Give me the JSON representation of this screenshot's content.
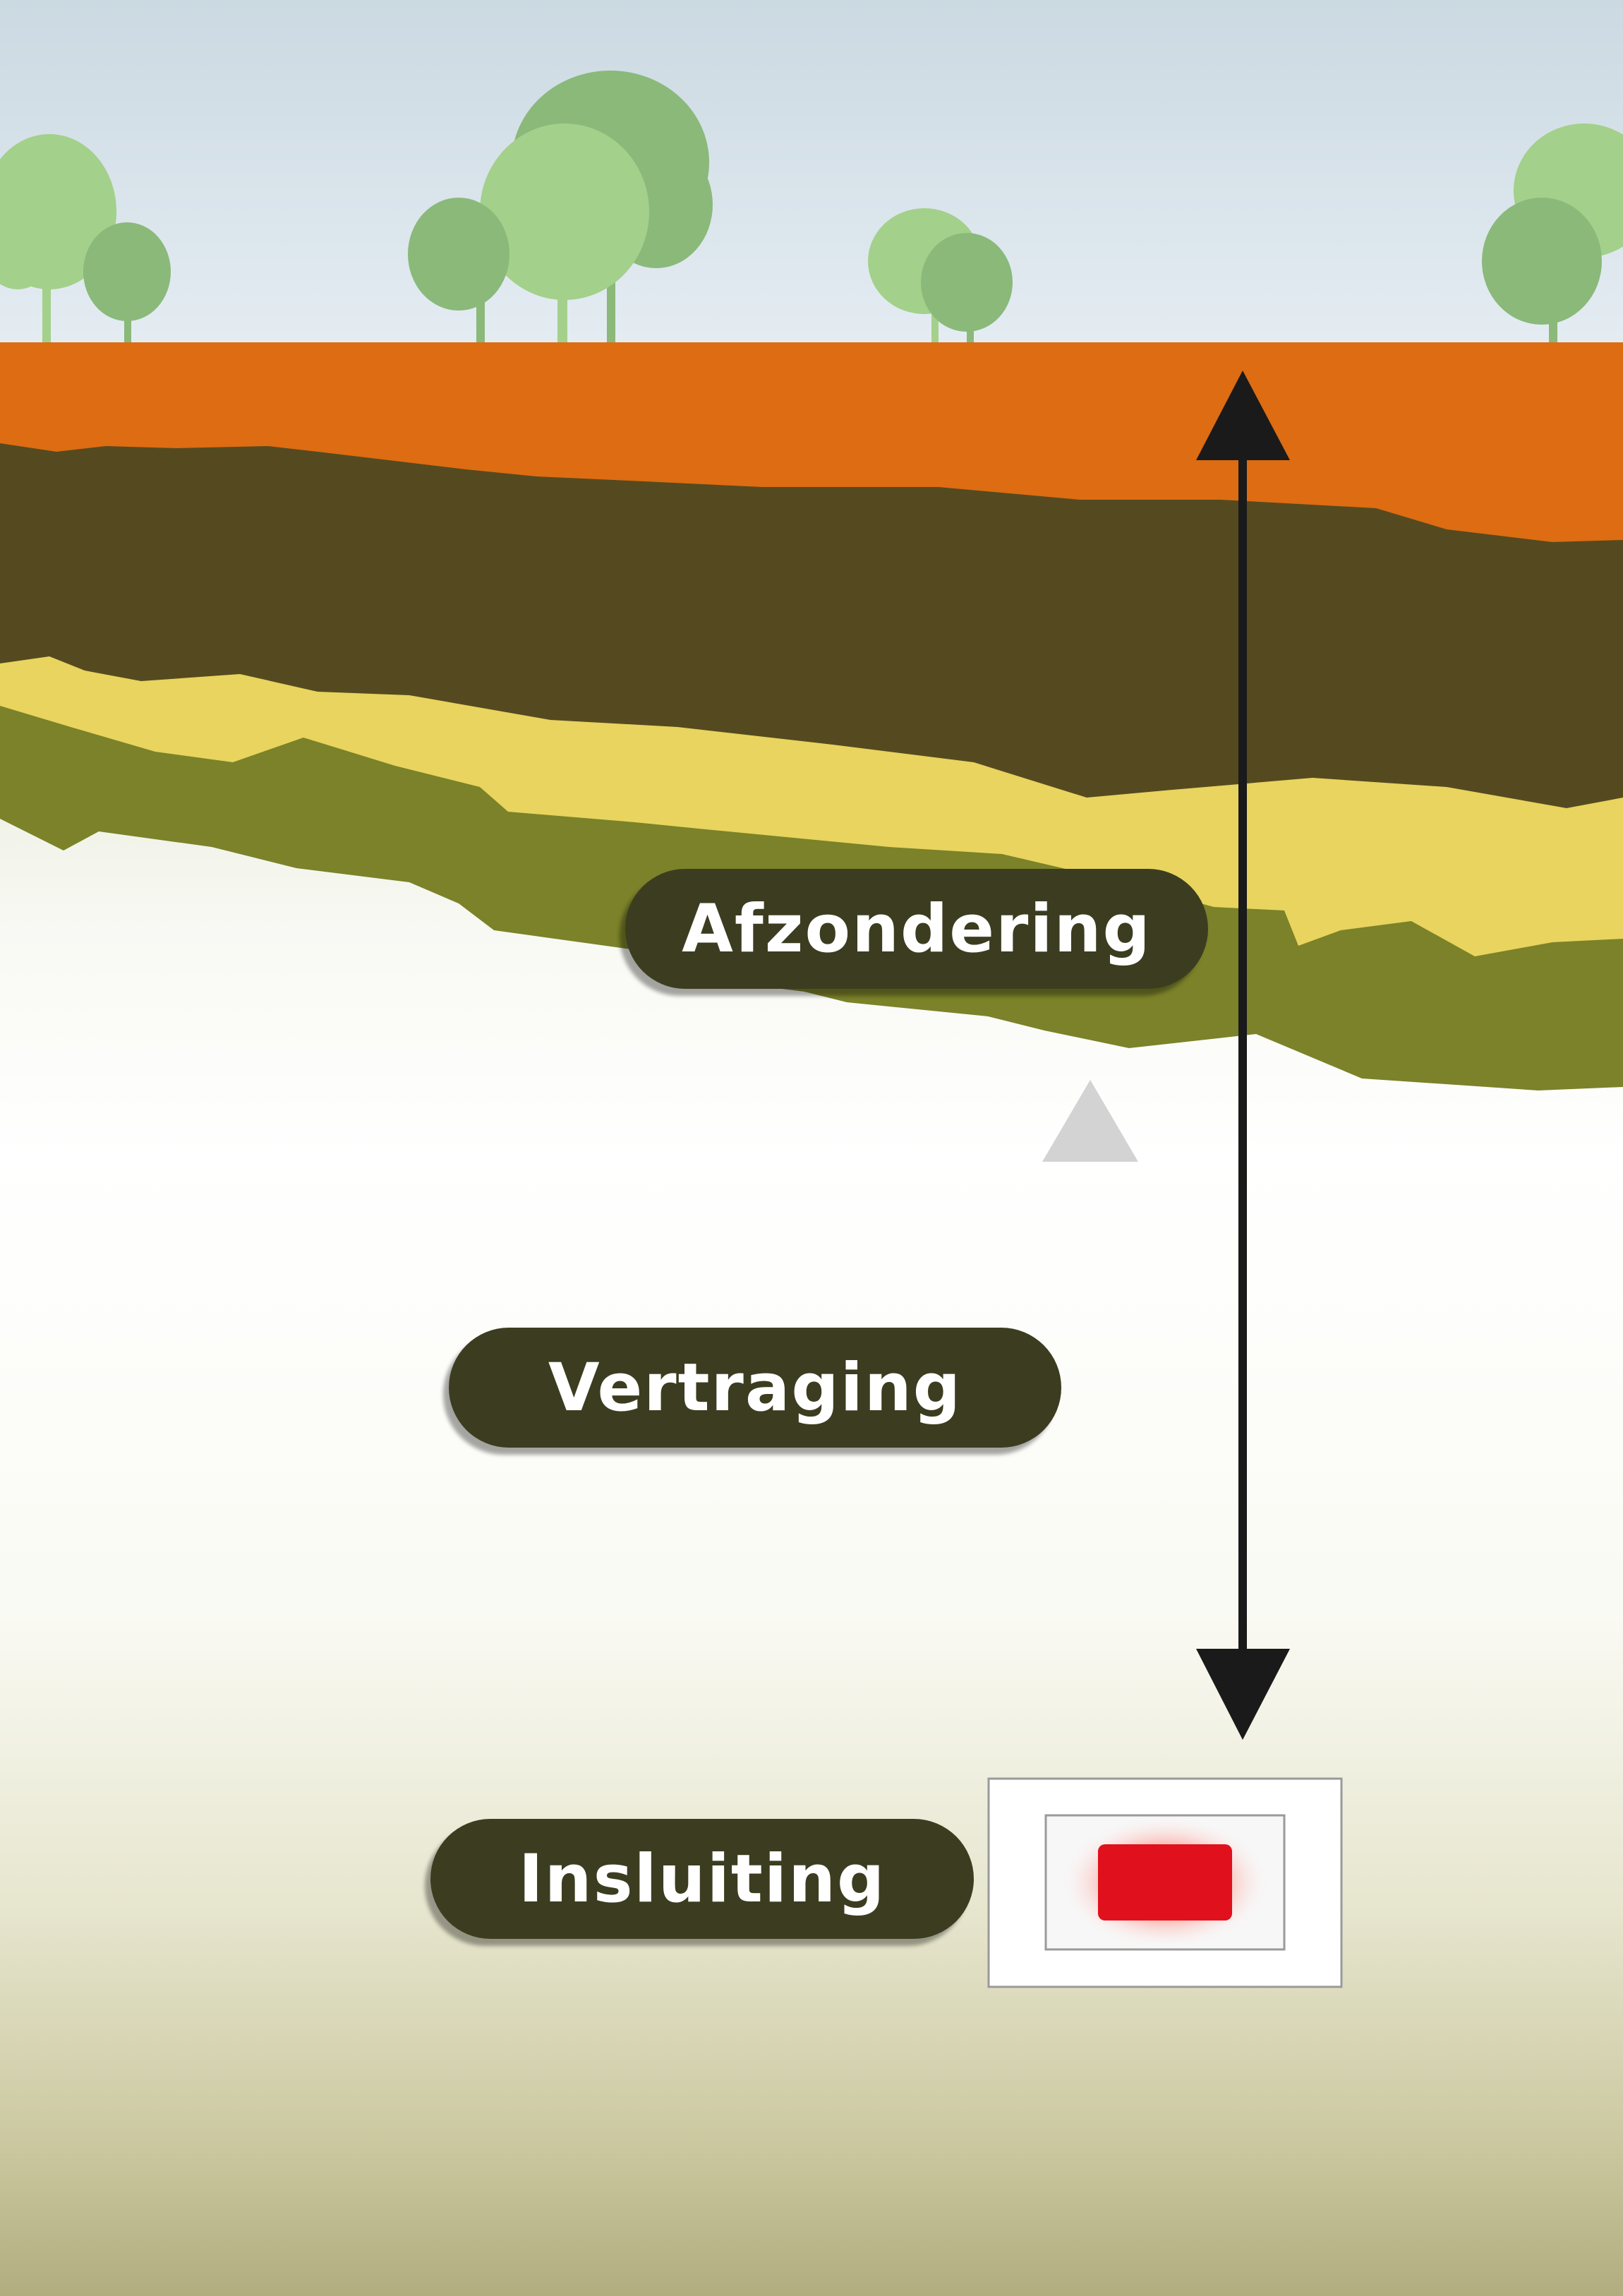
{
  "labels": {
    "isolation": "Afzondering",
    "delay": "Vertraging",
    "containment": "Insluiting"
  },
  "icons": {
    "trees": "tree-icon",
    "isolation_arrow": "double-headed-arrow",
    "delay_arrow": "dashed-up-arrow",
    "waste_container": "waste-container-icon"
  },
  "colors": {
    "sky": "#dde7ee",
    "topsoil": "#dd6c12",
    "dark_layer": "#554a1f",
    "sand_layer": "#e8d45e",
    "olive_layer": "#7b8229",
    "pill_background": "#3c3d20",
    "pill_text": "#ffffff",
    "arrow": "#1a1a1a",
    "waste": "#e0101d",
    "tree_light": "#a3d08a",
    "tree_dark": "#8ab97a"
  }
}
